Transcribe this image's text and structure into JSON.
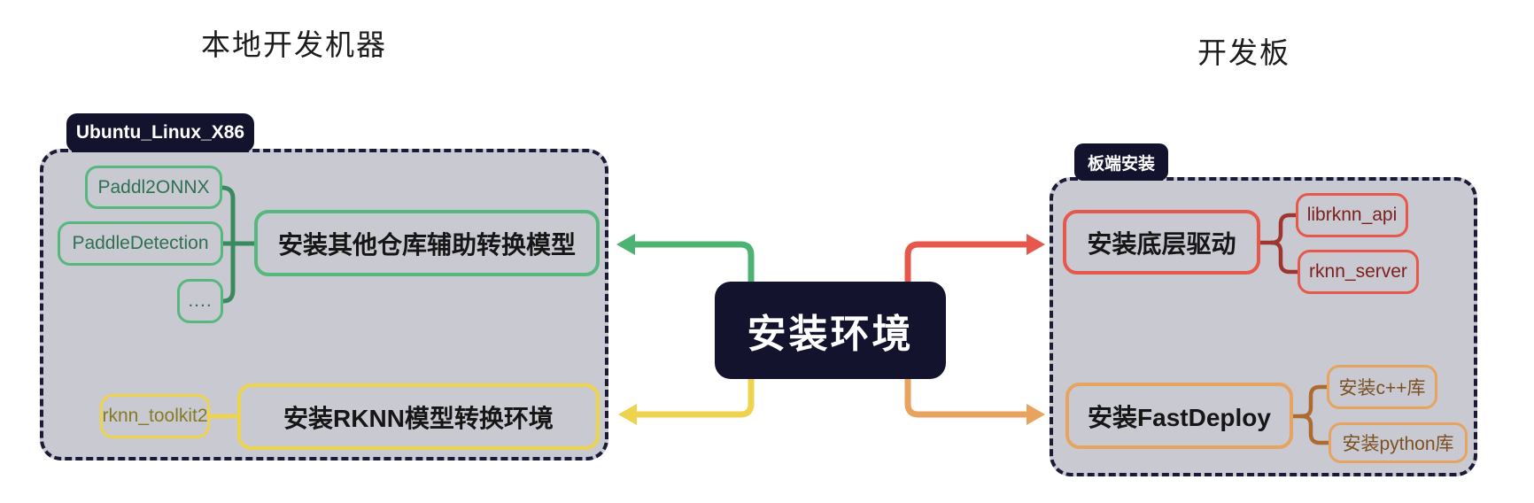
{
  "titles": {
    "left": "本地开发机器",
    "right": "开发板"
  },
  "center": {
    "label": "安装环境"
  },
  "local": {
    "tab": "Ubuntu_Linux_X86",
    "other_repos": {
      "label": "安装其他仓库辅助转换模型",
      "children": [
        "Paddl2ONNX",
        "PaddleDetection",
        "...."
      ]
    },
    "rknn": {
      "label": "安装RKNN模型转换环境",
      "children": [
        "rknn_toolkit2"
      ]
    }
  },
  "board": {
    "tab": "板端安装",
    "driver": {
      "label": "安装底层驱动",
      "children": [
        "librknn_api",
        "rknn_server"
      ]
    },
    "fastdeploy": {
      "label": "安装FastDeploy",
      "children": [
        "安装c++库",
        "安装python库"
      ]
    }
  },
  "colors": {
    "navy": "#13132e",
    "panel": "#c9c9d2",
    "panel-border": "#1b1b39",
    "ink": "#161616",
    "green": "#57b87e",
    "green-dark": "#3a8a60",
    "green-text": "#2e7050",
    "yellow": "#eed34f",
    "olive": "#857b25",
    "red": "#e5584b",
    "red-dark": "#7c1f1b",
    "red-line": "#9e352e",
    "orange": "#e7a360",
    "brown": "#7c5021",
    "orange-line": "#ad6b30"
  }
}
